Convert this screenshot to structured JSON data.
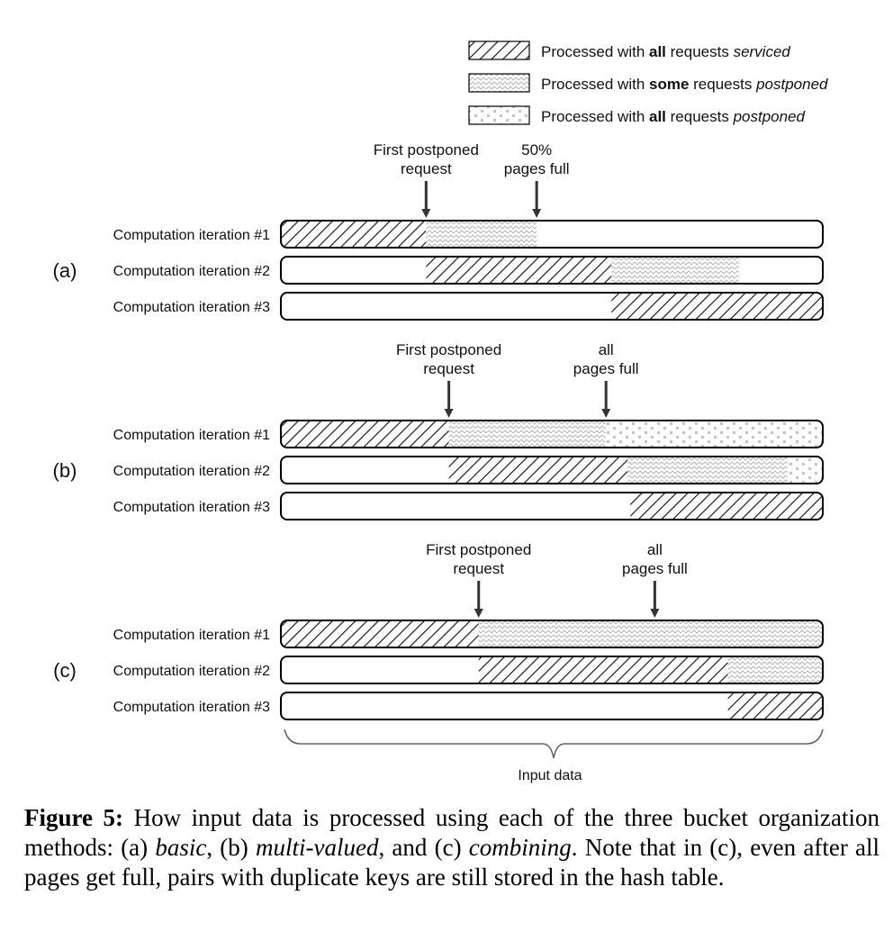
{
  "legend": [
    {
      "pattern": "hatch",
      "text_before": "Processed with ",
      "bold": "all",
      "text_mid": " requests ",
      "italic": "serviced"
    },
    {
      "pattern": "zigzag",
      "text_before": "Processed with ",
      "bold": "some",
      "text_mid": " requests ",
      "italic": "postponed"
    },
    {
      "pattern": "dots",
      "text_before": "Processed with ",
      "bold": "all",
      "text_mid": " requests ",
      "italic": "postponed"
    }
  ],
  "panels": [
    {
      "label": "(a)",
      "arrows": [
        {
          "line1": "First postponed",
          "line2": "request",
          "pos": 0.268
        },
        {
          "line1": "50%",
          "line2": "pages full",
          "pos": 0.472
        }
      ],
      "rows": [
        {
          "label": "Computation iteration #1",
          "segments": [
            {
              "pattern": "hatch",
              "start": 0,
              "end": 0.268
            },
            {
              "pattern": "zigzag",
              "start": 0.268,
              "end": 0.472
            }
          ]
        },
        {
          "label": "Computation iteration #2",
          "segments": [
            {
              "pattern": "hatch",
              "start": 0.268,
              "end": 0.61
            },
            {
              "pattern": "zigzag",
              "start": 0.61,
              "end": 0.845
            }
          ]
        },
        {
          "label": "Computation iteration #3",
          "segments": [
            {
              "pattern": "hatch",
              "start": 0.61,
              "end": 1
            }
          ]
        }
      ]
    },
    {
      "label": "(b)",
      "arrows": [
        {
          "line1": "First postponed",
          "line2": "request",
          "pos": 0.31
        },
        {
          "line1": "all",
          "line2": "pages full",
          "pos": 0.6
        }
      ],
      "rows": [
        {
          "label": "Computation iteration #1",
          "segments": [
            {
              "pattern": "hatch",
              "start": 0,
              "end": 0.31
            },
            {
              "pattern": "zigzag",
              "start": 0.31,
              "end": 0.6
            },
            {
              "pattern": "dots",
              "start": 0.6,
              "end": 1
            }
          ]
        },
        {
          "label": "Computation iteration #2",
          "segments": [
            {
              "pattern": "hatch",
              "start": 0.31,
              "end": 0.64
            },
            {
              "pattern": "zigzag",
              "start": 0.64,
              "end": 0.935
            },
            {
              "pattern": "dots",
              "start": 0.935,
              "end": 1
            }
          ]
        },
        {
          "label": "Computation iteration #3",
          "segments": [
            {
              "pattern": "hatch",
              "start": 0.645,
              "end": 1
            }
          ]
        }
      ]
    },
    {
      "label": "(c)",
      "arrows": [
        {
          "line1": "First postponed",
          "line2": "request",
          "pos": 0.365
        },
        {
          "line1": "all",
          "line2": "pages full",
          "pos": 0.69
        }
      ],
      "rows": [
        {
          "label": "Computation iteration #1",
          "segments": [
            {
              "pattern": "hatch",
              "start": 0,
              "end": 0.365
            },
            {
              "pattern": "zigzag",
              "start": 0.365,
              "end": 1
            }
          ]
        },
        {
          "label": "Computation iteration #2",
          "segments": [
            {
              "pattern": "hatch",
              "start": 0.365,
              "end": 0.825
            },
            {
              "pattern": "zigzag",
              "start": 0.825,
              "end": 1
            }
          ]
        },
        {
          "label": "Computation iteration #3",
          "segments": [
            {
              "pattern": "hatch",
              "start": 0.825,
              "end": 1
            }
          ]
        }
      ]
    }
  ],
  "axis_label": "Input data",
  "caption": {
    "prefix": "Figure 5:",
    "text1": " How input data is processed using each of the three bucket organization methods: (a) ",
    "m1": "basic",
    "text2": ", (b) ",
    "m2": "multi-valued",
    "text3": ", and (c) ",
    "m3": "combining",
    "text4": ". Note that in (c), even after all pages get full, pairs with duplicate keys are still stored in the hash table."
  }
}
